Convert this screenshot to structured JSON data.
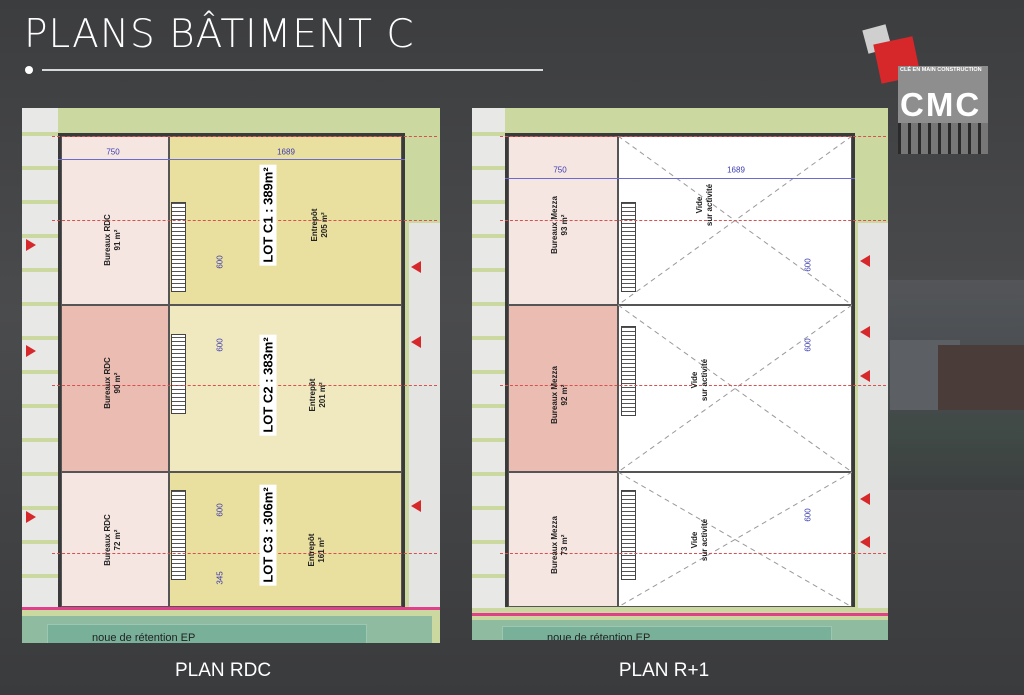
{
  "header": {
    "title": "PLANS BÂTIMENT C"
  },
  "logo": {
    "tagline": "CLÉ EN MAIN CONSTRUCTION",
    "name": "CMC"
  },
  "plan_rdc": {
    "caption": "PLAN RDC",
    "dims": {
      "office_width": "750",
      "warehouse_width": "1689",
      "bay1": "600",
      "bay2": "600",
      "bay3": "600",
      "bay4": "345"
    },
    "lots": [
      {
        "lot": "LOT C1 : 389m²",
        "office": "Bureaux RDC",
        "office_area": "91 m²",
        "warehouse": "Entrepôt",
        "warehouse_area": "205 m²"
      },
      {
        "lot": "LOT C2 : 383m²",
        "office": "Bureaux RDC",
        "office_area": "90 m²",
        "warehouse": "Entrepôt",
        "warehouse_area": "201 m²"
      },
      {
        "lot": "LOT C3 : 306m²",
        "office": "Bureaux RDC",
        "office_area": "72 m²",
        "warehouse": "Entrepôt",
        "warehouse_area": "161 m²"
      }
    ],
    "retention_label": "noue de rétention EP"
  },
  "plan_r1": {
    "caption": "PLAN R+1",
    "dims": {
      "office_width": "750",
      "warehouse_width": "1689",
      "bay1": "600",
      "bay2": "600",
      "bay3": "600"
    },
    "lots": [
      {
        "office": "Bureaux Mezza",
        "office_area": "93 m²",
        "void": "Vide",
        "void_sub": "sur activité"
      },
      {
        "office": "Bureaux Mezza",
        "office_area": "92 m²",
        "void": "Vide",
        "void_sub": "sur activité"
      },
      {
        "office": "Bureaux Mezza",
        "office_area": "73 m²",
        "void": "Vide",
        "void_sub": "sur activité"
      }
    ],
    "retention_label": "noue de rétention EP"
  },
  "colors": {
    "accent": "#d6282b",
    "office": "#f6e6e2",
    "office_dark": "#ebbcb2",
    "warehouse": "#e9df9f",
    "warehouse_light": "#f0e9c0"
  }
}
